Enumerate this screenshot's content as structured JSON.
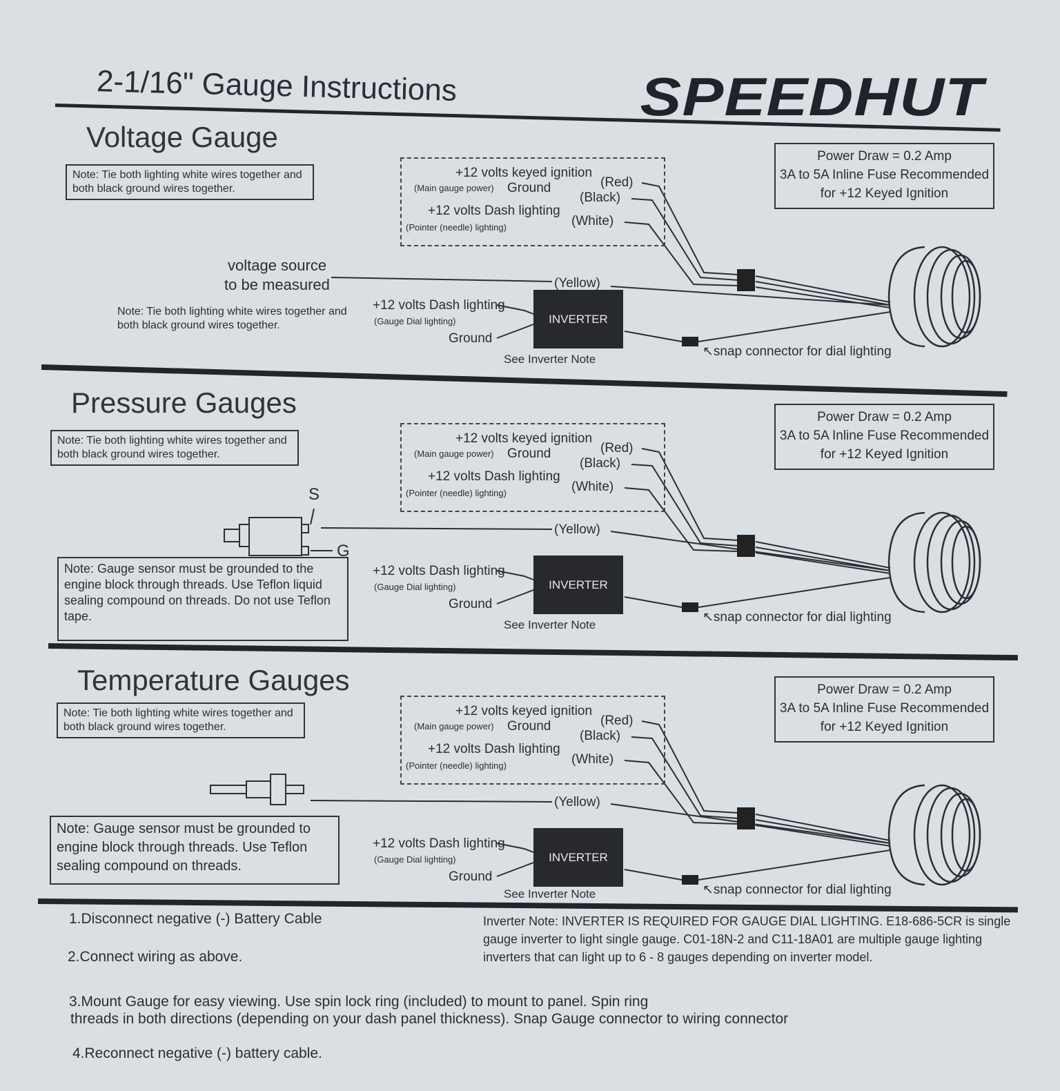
{
  "header": {
    "title": "2-1/16\" Gauge Instructions",
    "brand": "SPEEDHUT"
  },
  "sections": [
    {
      "key": "voltage",
      "title": "Voltage Gauge",
      "note": "Note: Tie both lighting white wires together and both black ground wires together.",
      "extra": {
        "source1": "voltage source",
        "source2": "to be measured",
        "note2": "Note: Tie both lighting white wires together and both black ground wires together."
      }
    },
    {
      "key": "pressure",
      "title": "Pressure  Gauges",
      "note": "Note: Tie both lighting white wires together and both black ground wires together.",
      "extra": {
        "s": "S",
        "g": "G",
        "sensor_note": "Note: Gauge sensor must be grounded to the engine block through threads. Use Teflon liquid sealing compound on threads. Do not use Teflon tape."
      }
    },
    {
      "key": "temperature",
      "title": "Temperature Gauges",
      "note": "Note: Tie both lighting white wires together and both black ground wires together.",
      "extra": {
        "sensor_note": "Note: Gauge sensor must be grounded to engine block through threads.  Use Teflon sealing compound on threads."
      }
    }
  ],
  "wiring": {
    "ignition": "+12 volts keyed ignition",
    "main_power": "(Main gauge power)",
    "ground": "Ground",
    "dash": "+12 volts Dash lighting",
    "pointer": "(Pointer (needle) lighting)",
    "red": "(Red)",
    "black": "(Black)",
    "white": "(White)",
    "yellow": "(Yellow)",
    "inv_dash": "+12 volts Dash lighting",
    "inv_dial": "(Gauge Dial lighting)",
    "inv_ground": "Ground",
    "inverter": "INVERTER",
    "see_note": "See Inverter Note",
    "snap": "snap connector for dial lighting"
  },
  "power_box": {
    "line1": "Power Draw = 0.2 Amp",
    "line2": "3A to 5A Inline Fuse Recommended",
    "line3": "for +12 Keyed Ignition"
  },
  "steps": [
    "1.Disconnect negative (-) Battery Cable",
    "2.Connect wiring as above.",
    "3.Mount Gauge for easy viewing.  Use spin lock ring (included) to mount to panel.  Spin ring",
    "threads in both directions (depending on your dash panel thickness).   Snap Gauge connector to wiring connector",
    "4.Reconnect negative (-) battery cable."
  ],
  "inverter_note": "Inverter Note: INVERTER IS REQUIRED FOR GAUGE DIAL LIGHTING. E18-686-5CR is single gauge inverter to light single gauge. C01-18N-2 and C11-18A01 are multiple gauge lighting inverters that can light up to 6 - 8 gauges depending on inverter model."
}
